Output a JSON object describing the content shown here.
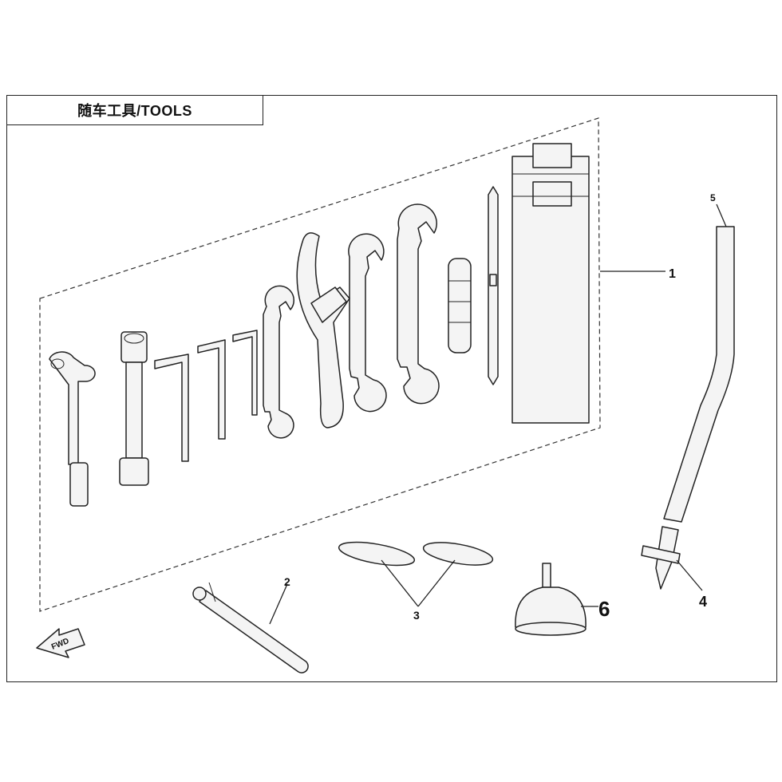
{
  "diagram": {
    "title": "随车工具/TOOLS",
    "fwd_label": "FWD",
    "callouts": {
      "c1": "1",
      "c2": "2",
      "c3": "3",
      "c4": "4",
      "c5": "5",
      "c6": "6"
    },
    "colors": {
      "line": "#222222",
      "fill": "#f4f4f4",
      "background": "#ffffff"
    },
    "icons": [
      "fwd-arrow-icon"
    ]
  }
}
